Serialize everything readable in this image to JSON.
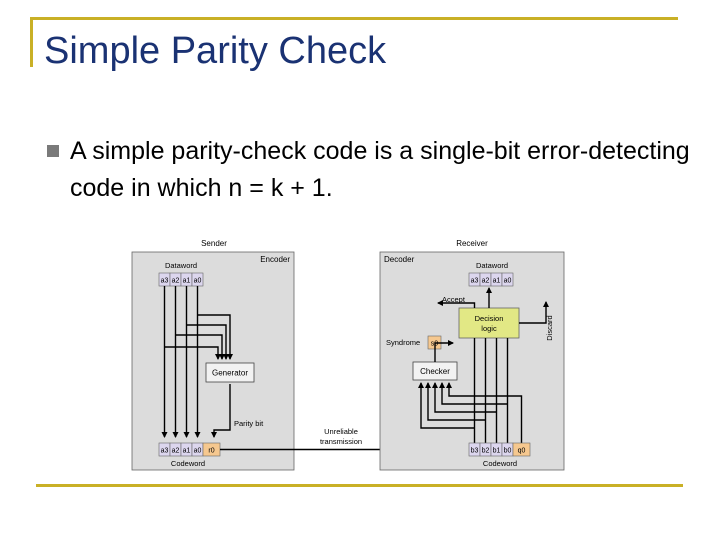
{
  "slide": {
    "title": "Simple Parity Check",
    "bullet": "A simple parity-check code is a single-bit error-detecting code in which n = k + 1."
  },
  "diagram": {
    "sender": {
      "heading": "Sender",
      "box_label": "Encoder",
      "dataword_label": "Dataword",
      "dataword_bits": [
        "a3",
        "a2",
        "a1",
        "a0"
      ],
      "generator_label": "Generator",
      "parity_bit_label": "Parity bit",
      "codeword_label": "Codeword",
      "codeword_bits": [
        "a3",
        "a2",
        "a1",
        "a0",
        "r0"
      ]
    },
    "channel": {
      "line1": "Unreliable",
      "line2": "transmission"
    },
    "receiver": {
      "heading": "Receiver",
      "box_label": "Decoder",
      "dataword_label": "Dataword",
      "dataword_bits": [
        "a3",
        "a2",
        "a1",
        "a0"
      ],
      "accept_label": "Accept",
      "decision_line1": "Decision",
      "decision_line2": "logic",
      "discard_label": "Discard",
      "syndrome_label": "Syndrome",
      "syndrome_bit": "s0",
      "checker_label": "Checker",
      "codeword_label": "Codeword",
      "codeword_bits": [
        "b3",
        "b2",
        "b1",
        "b0",
        "q0"
      ]
    },
    "colors": {
      "data_bit_fill": "#dcd6ee",
      "parity_bit_fill": "#f6c88f",
      "box_fill": "#dcdcdc",
      "decision_fill": "#e2e885",
      "frame_accent": "#c9b026",
      "title_color": "#1a3273"
    }
  }
}
